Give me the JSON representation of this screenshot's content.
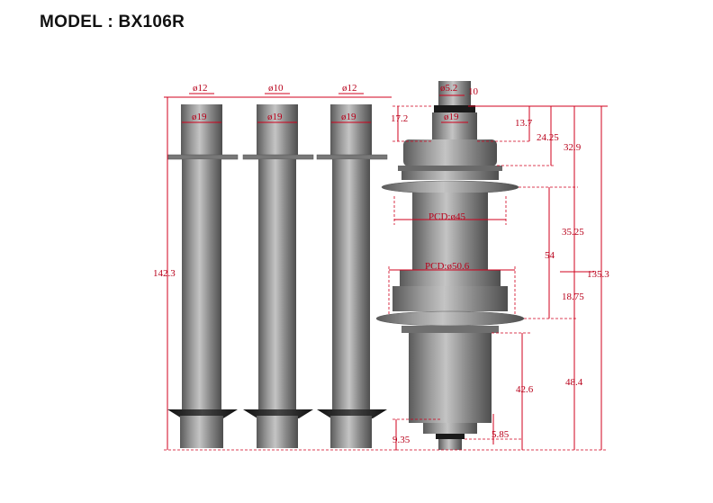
{
  "title": "MODEL : BX106R",
  "dims": {
    "axle1_top": "ø12",
    "axle2_top": "ø10",
    "axle3_top": "ø12",
    "axle1_shoulder": "ø19",
    "axle2_shoulder": "ø19",
    "axle3_shoulder": "ø19",
    "axle_length": "142.3",
    "cap_height": "17.2",
    "axle_offset": "9.35",
    "hub_end_dia": "ø5.2",
    "hub_end_len": "10",
    "hub_shoulder": "ø19",
    "d_13_7": "13.7",
    "d_24_25": "24.25",
    "d_32_9": "32.9",
    "pcd45": "PCD:ø45",
    "pcd50": "PCD:ø50.6",
    "d_35_25": "35.25",
    "d_54": "54",
    "d_135_3": "135.3",
    "d_18_75": "18.75",
    "d_42_6": "42.6",
    "d_48_4": "48.4",
    "d_5_85": "5.85"
  },
  "colors": {
    "dimension": "#d0001c",
    "metal": "#8a8a8a"
  }
}
